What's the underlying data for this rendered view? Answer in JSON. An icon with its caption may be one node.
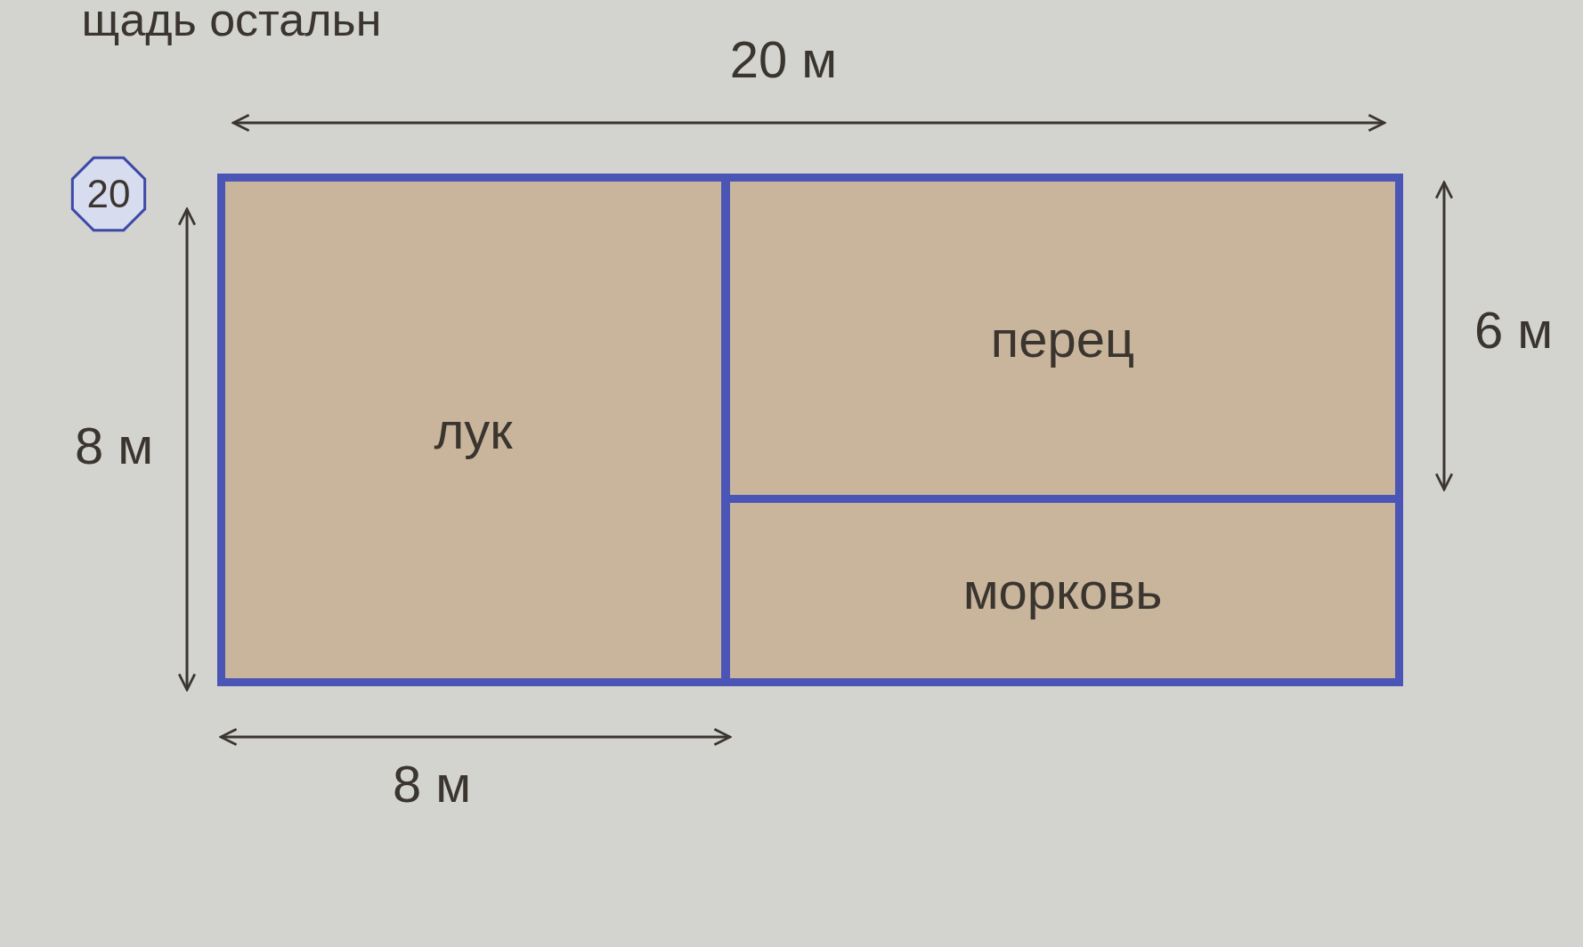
{
  "diagram": {
    "nodes": [
      {
        "text": [
          "лук"
        ]
      },
      {
        "text": [
          "перец"
        ]
      },
      {
        "text": [
          "морковь"
        ]
      }
    ],
    "labels": [
      "щадь остальн",
      "20",
      "20 м",
      "8 м",
      "6 м",
      "8 м"
    ]
  }
}
